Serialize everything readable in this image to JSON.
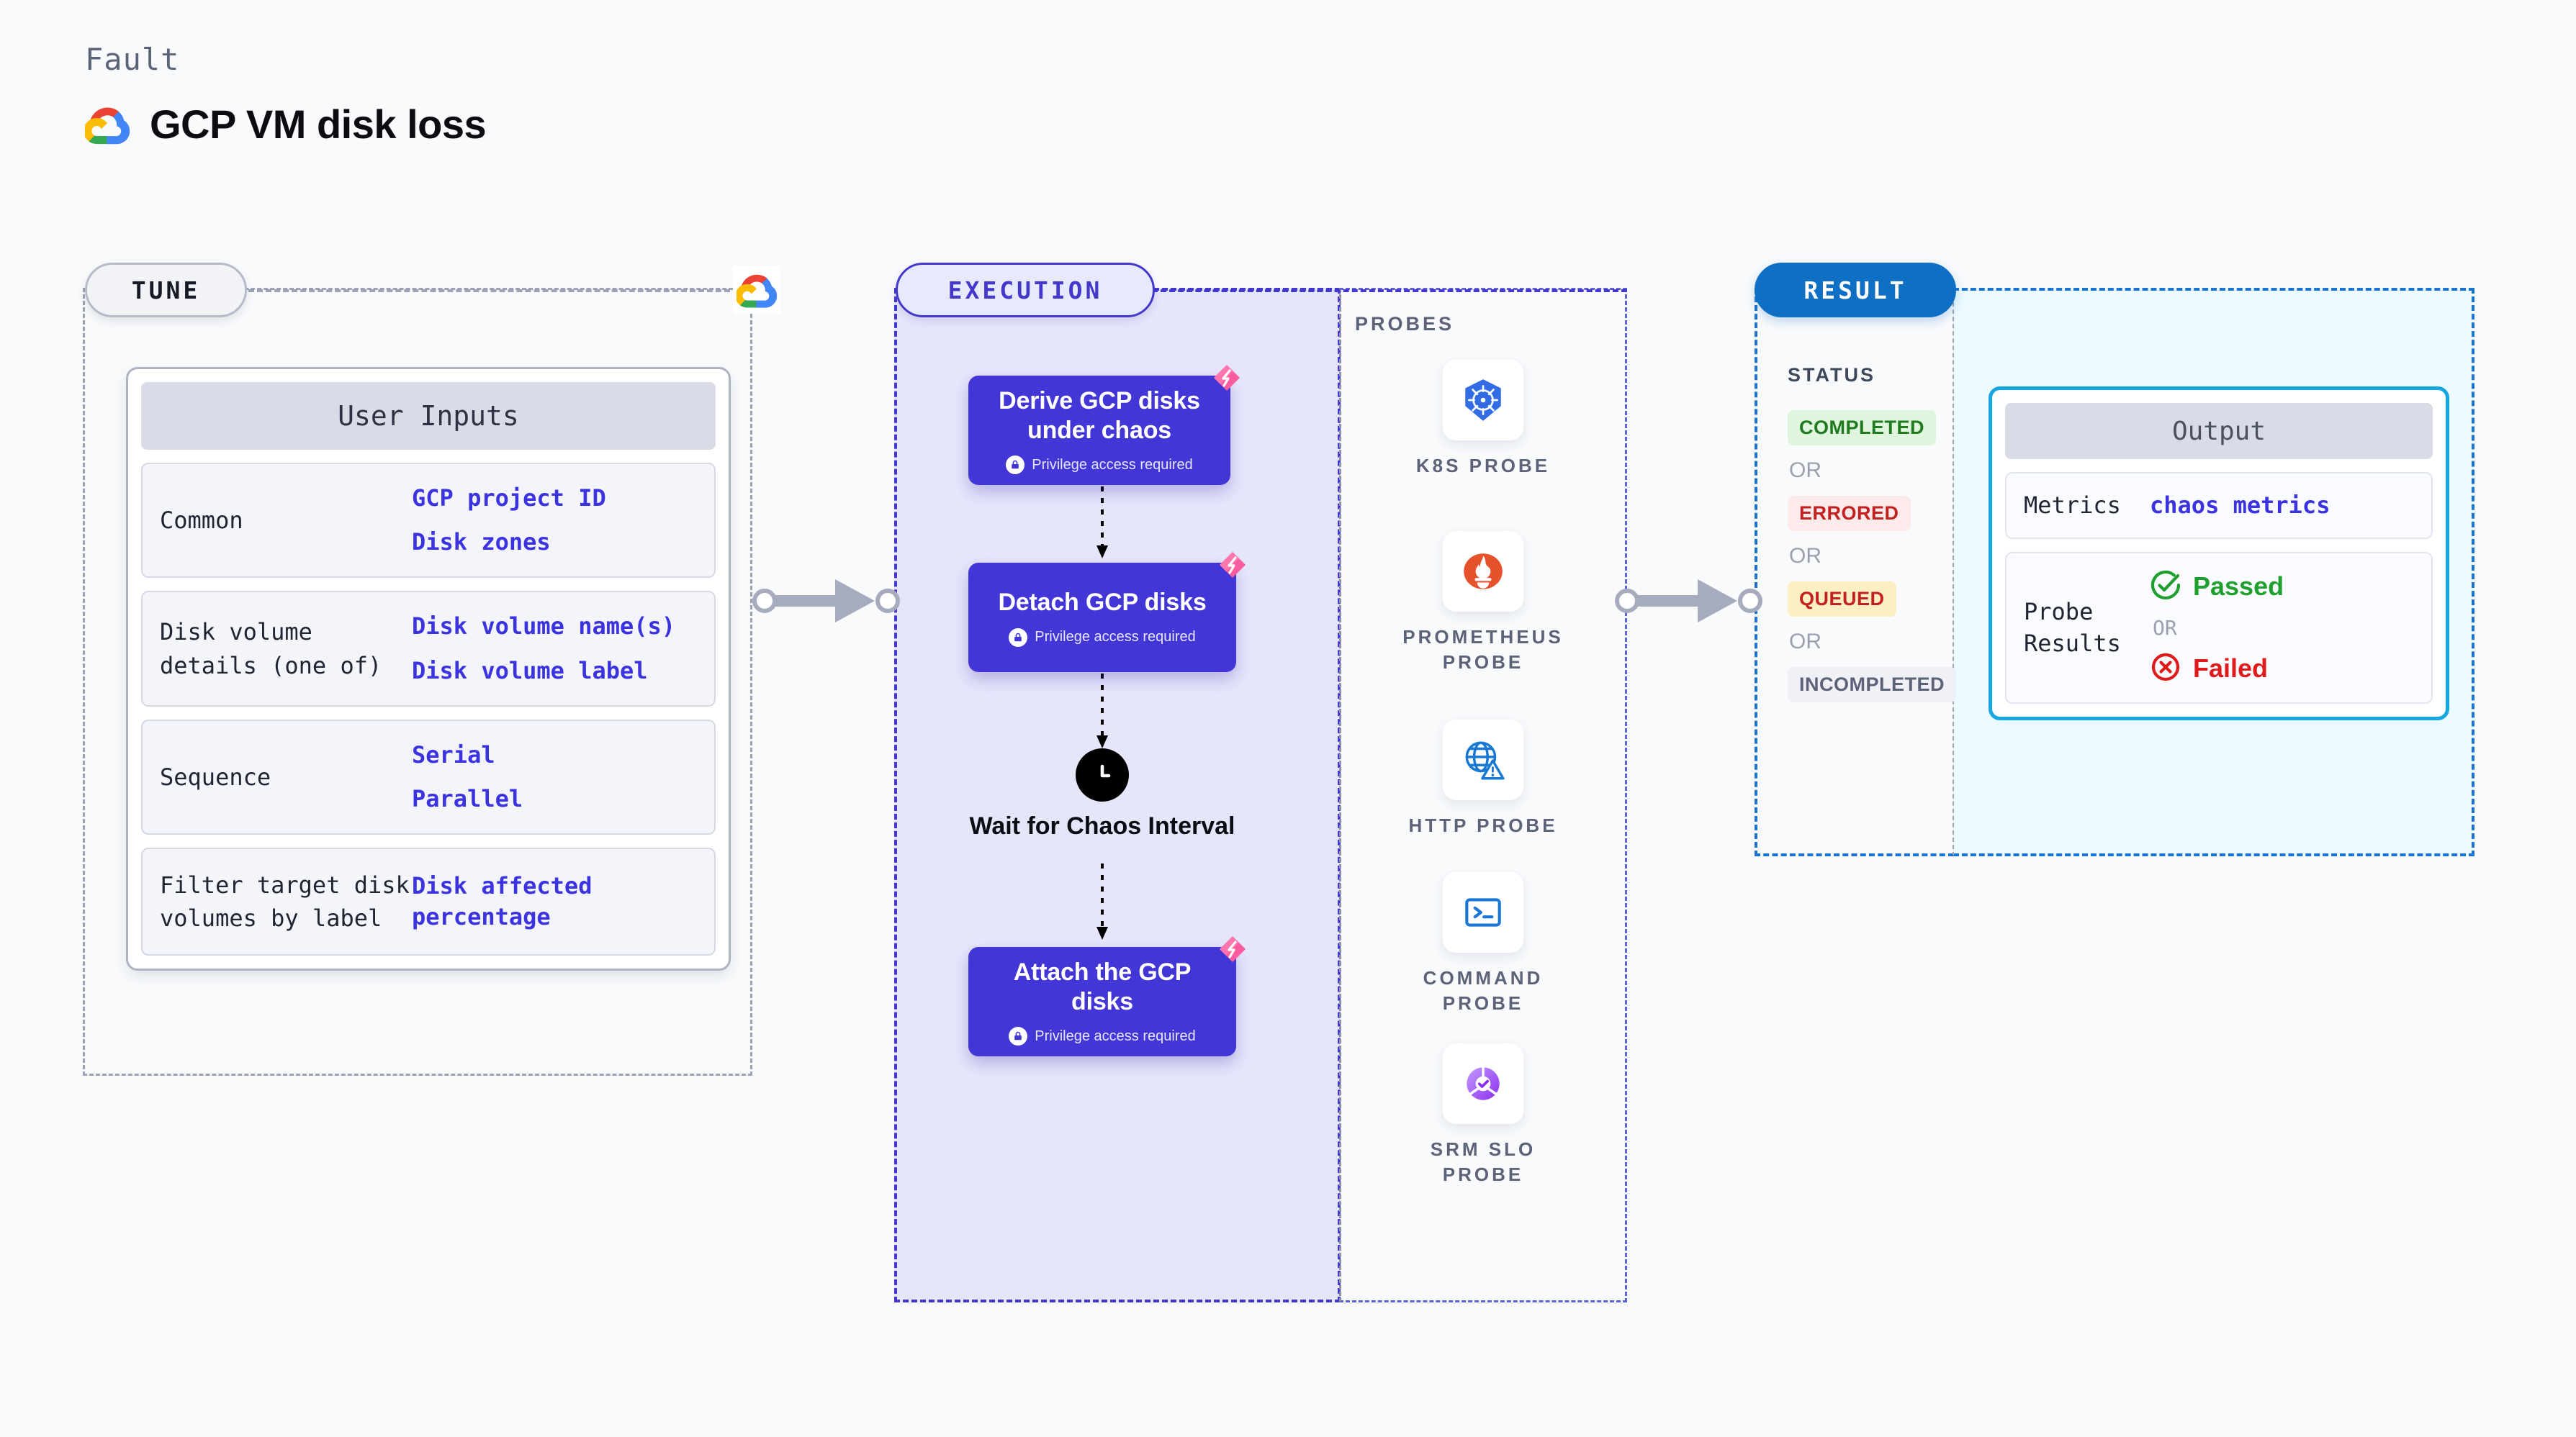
{
  "header": {
    "kicker": "Fault",
    "title": "GCP VM disk loss",
    "logo_icon": "gcp-logo-icon"
  },
  "stages": {
    "tune": {
      "label": "TUNE"
    },
    "execution": {
      "label": "EXECUTION"
    },
    "result": {
      "label": "RESULT"
    }
  },
  "tune": {
    "provider_icon": "gcp-logo-icon",
    "card": {
      "title": "User Inputs",
      "rows": [
        {
          "key": "Common",
          "values": [
            "GCP project ID",
            "Disk zones"
          ]
        },
        {
          "key": "Disk volume details (one of)",
          "values": [
            "Disk volume name(s)",
            "Disk volume label"
          ]
        },
        {
          "key": "Sequence",
          "values": [
            "Serial",
            "Parallel"
          ]
        },
        {
          "key": "Filter target disk volumes by label",
          "values": [
            "Disk affected percentage"
          ]
        }
      ]
    }
  },
  "execution": {
    "privilege_note": "Privilege access required",
    "lock_icon": "lock-icon",
    "fault_icon": "chaos-fault-icon",
    "nodes": [
      {
        "title": "Derive GCP disks under chaos",
        "privileged": true
      },
      {
        "title": "Detach GCP disks",
        "privileged": true
      },
      {
        "title": "Attach the GCP disks",
        "privileged": true
      }
    ],
    "wait": {
      "label": "Wait for Chaos Interval",
      "icon": "clock-icon"
    }
  },
  "probes": {
    "label": "PROBES",
    "items": [
      {
        "label": "K8S PROBE",
        "icon": "kubernetes-icon"
      },
      {
        "label": "PROMETHEUS PROBE",
        "icon": "prometheus-icon"
      },
      {
        "label": "HTTP PROBE",
        "icon": "globe-warning-icon"
      },
      {
        "label": "COMMAND PROBE",
        "icon": "terminal-icon"
      },
      {
        "label": "SRM SLO PROBE",
        "icon": "srm-slo-icon"
      }
    ]
  },
  "result": {
    "status_label": "STATUS",
    "or_text": "OR",
    "statuses": [
      {
        "label": "COMPLETED",
        "bg": "#dff5dd",
        "fg": "#1f7a1f"
      },
      {
        "label": "ERRORED",
        "bg": "#fdeaea",
        "fg": "#c32020"
      },
      {
        "label": "QUEUED",
        "bg": "#fdefc4",
        "fg": "#c32020"
      },
      {
        "label": "INCOMPLETED",
        "bg": "#f0f1f6",
        "fg": "#5c6378"
      }
    ],
    "output": {
      "title": "Output",
      "metrics_key": "Metrics",
      "metrics_value": "chaos metrics",
      "probe_key": "Probe Results",
      "passed_label": "Passed",
      "passed_icon": "check-circle-icon",
      "failed_label": "Failed",
      "failed_icon": "x-circle-icon",
      "or_text": "OR"
    }
  },
  "colors": {
    "accent_indigo": "#4236d6",
    "accent_blue": "#0f6fc5",
    "accent_cyan": "#17a7e0",
    "link_blue": "#3b33e0",
    "fault_pink": "#fb5ca0",
    "page_bg": "#f8fafc"
  }
}
